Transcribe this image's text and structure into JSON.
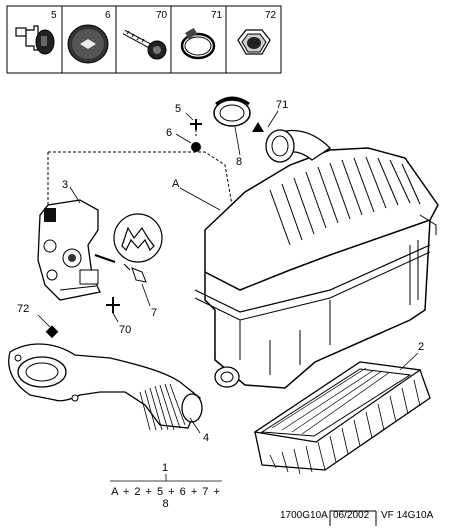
{
  "header_parts": [
    {
      "ref": "5",
      "icon": "push-clip-icon"
    },
    {
      "ref": "6",
      "icon": "grommet-icon"
    },
    {
      "ref": "70",
      "icon": "screw-icon"
    },
    {
      "ref": "71",
      "icon": "hose-clamp-icon"
    },
    {
      "ref": "72",
      "icon": "hex-nut-icon"
    }
  ],
  "callouts": {
    "c5": "5",
    "c6": "6",
    "c8": "8",
    "c71": "71",
    "cA": "A",
    "c3": "3",
    "c7": "7",
    "c72": "72",
    "c70": "70",
    "c2": "2",
    "c4": "4",
    "c1": "1"
  },
  "formula": "A + 2 + 5 + 6 + 7 + 8",
  "footer": {
    "code": "1700G10A",
    "date": "06/2002",
    "ref": "VF 14G10A"
  }
}
